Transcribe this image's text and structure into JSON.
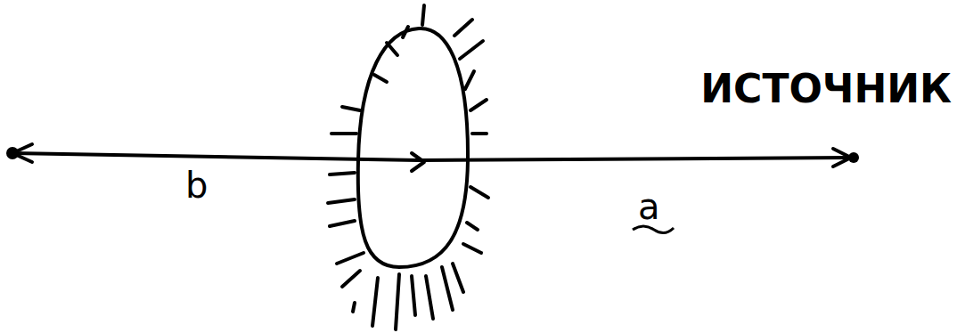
{
  "diagram": {
    "labels": [
      "b",
      "a",
      "ИСТОЧНИК"
    ]
  }
}
